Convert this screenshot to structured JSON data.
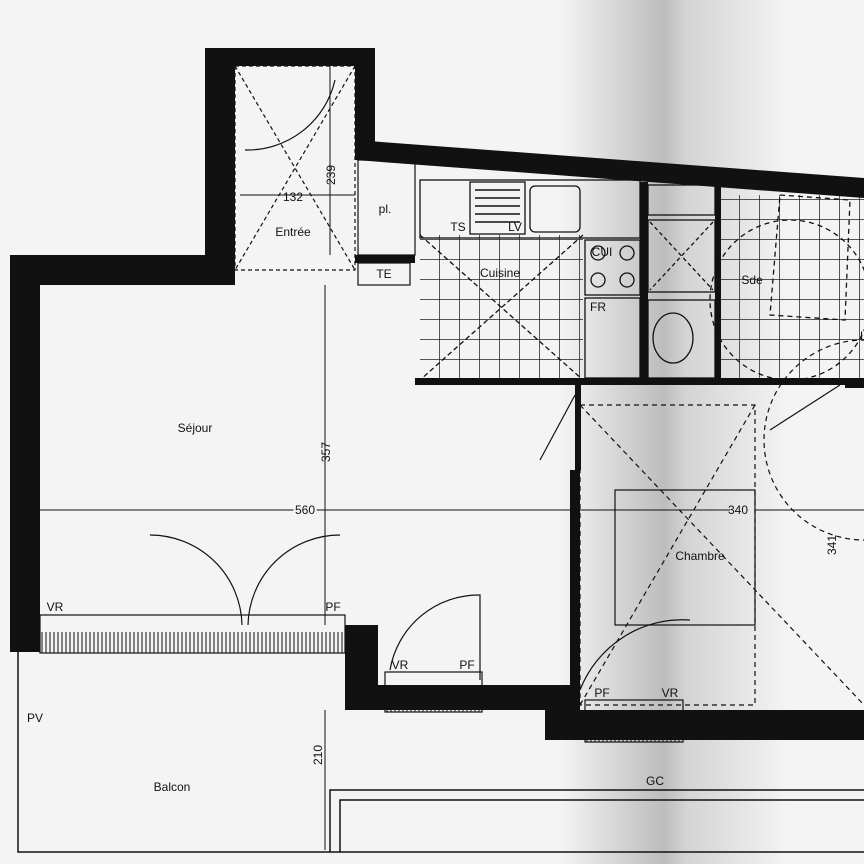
{
  "rooms": {
    "entree": "Entrée",
    "placard": "pl.",
    "tableau_electrique": "TE",
    "cuisine": "Cuisine",
    "sejour": "Séjour",
    "sde": "Sde",
    "chambre": "Chambre",
    "balcon": "Balcon",
    "partial_right": "L"
  },
  "fixtures": {
    "ts": "TS",
    "lv": "LV",
    "cui": "CUI",
    "fr": "FR",
    "vr1": "VR",
    "pf1": "PF",
    "vr2": "VR",
    "pf2": "PF",
    "pf3": "PF",
    "vr3": "VR",
    "pv": "PV",
    "gc": "GC"
  },
  "dimensions": {
    "entree_width": "132",
    "entree_depth": "239",
    "sejour_depth": "357",
    "sejour_width": "560",
    "chambre_width": "340",
    "chambre_depth": "341",
    "balcon_depth": "210"
  },
  "colors": {
    "wall": "#111111",
    "paper": "#f4f4f4",
    "shade": "#c8c8c8"
  }
}
